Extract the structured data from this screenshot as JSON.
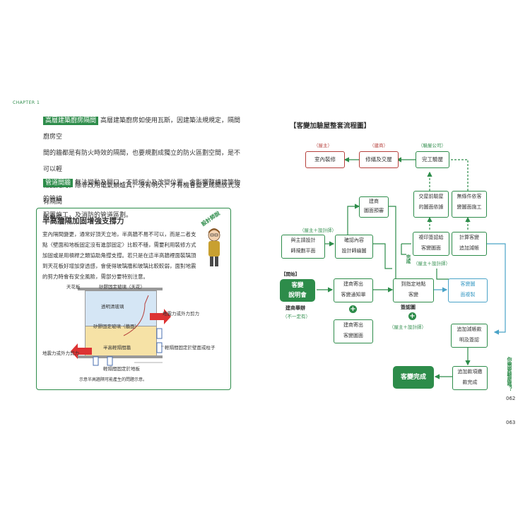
{
  "left_page": {
    "chapter": "CHAPTER 1",
    "para1_tag": "高層建築廚房隔間",
    "para1_lines": [
      "高層建築廚房如使用瓦斯，因建築法規規定，隔間廚房空",
      "間的牆都是有防火時效的隔間，也要規劃成獨立的防火區劃空間，是不可以輕",
      "易變更的，除非改用電氣類爐具，沒有明火，才有機會變更成開放式沒有隔間",
      "的廚房。"
    ],
    "para2_tag": "管道間牆",
    "para2_lines": [
      "無法變動及開口，不能縮小及改變位置，會影響整棟建築物的管線",
      "配置施工，及消防的管道區劃。"
    ],
    "box_title": "半高牆隔加固增強支撐力",
    "badge": "設計師說",
    "box_lines": [
      "室內隔間變更，通常好頂天立地，半高牆不易不可以，而是二者支",
      "點〈壁面和地板固定沒有進部固定〉比較不穩，需要利用裝修方式",
      "加固或是用槓桿之類協助角撐支撐。若只是在這半高牆裡面裝璃頂",
      "到天花板好增加穿透感，會使得玻璃牆和玻璃比較較弱，面對地震",
      "的剪力時會有安全風險，需部分要特別注意。"
    ],
    "diagram": {
      "ceiling": "天花板",
      "glass_ceiling_fix": "矽膠固定玻璃（天花）",
      "clear_glass": "透明清玻璃",
      "seismic_right": "地震力或外力剪力",
      "glass_wall_fix": "矽膠固定玻璃（牆面）",
      "half_wall": "半高輕隔間牆",
      "seismic_left": "地震力或外力剪力",
      "wall_fix_side": "輕隔間固定於壁面或柱子",
      "wall_fix_floor": "輕隔間固定於地板",
      "caption": "示意半高牆隔可能產生的問題示意。"
    }
  },
  "right_page": {
    "flow_title": "【客變加驗屋整套流程圖】",
    "role_owner": "（屋主）",
    "role_builder": "（建商）",
    "role_inspector": "（驗屋公司）",
    "interior_reno": "室內裝修",
    "repair_handover": "修繕及交屋",
    "completion_inspection": "完工驗屋",
    "builder_quote": [
      "建商",
      "圖面預審"
    ],
    "owner_designer_1": "（屋主＋設計師）",
    "provide_floorplan": [
      "與主請設計",
      "師規劃平面"
    ],
    "confirm_content": [
      "確認內容",
      "設計師繪圖"
    ],
    "pre_handover_check": [
      "交屋前驗屋",
      "的圖面依據"
    ],
    "self_inspection": [
      "無條件依客",
      "變圖面施工"
    ],
    "reply_confirm": [
      "複印簽認給",
      "客變圖面"
    ],
    "calc_extra": [
      "計算客變",
      "追加減帳"
    ],
    "completion": "完成",
    "owner_designer_2": "（屋主＋設計師）",
    "start_label": "【開始】",
    "briefing": [
      "客變",
      "說明會"
    ],
    "builder_hold": "建商舉辦",
    "not_fixed": "（不一定有）",
    "builder_send": [
      "建商寄出",
      "客變通知單"
    ],
    "designated_place": [
      "到指定地點",
      "客變"
    ],
    "sign_stamp": "簽認圖",
    "owner_designer_3": "（屋主＋設計師）",
    "builder_send_drawing": [
      "建商寄出",
      "客變圖面"
    ],
    "change_drawing": [
      "客變圖",
      "面複製"
    ],
    "extra_payment": [
      "追加減帳款",
      "明及簽認"
    ],
    "final_payment": [
      "追加款項繳",
      "款完成"
    ],
    "done": "客變完成",
    "side_text": "你需要驗屋嗎？",
    "page_062": "062",
    "page_063": "063"
  }
}
